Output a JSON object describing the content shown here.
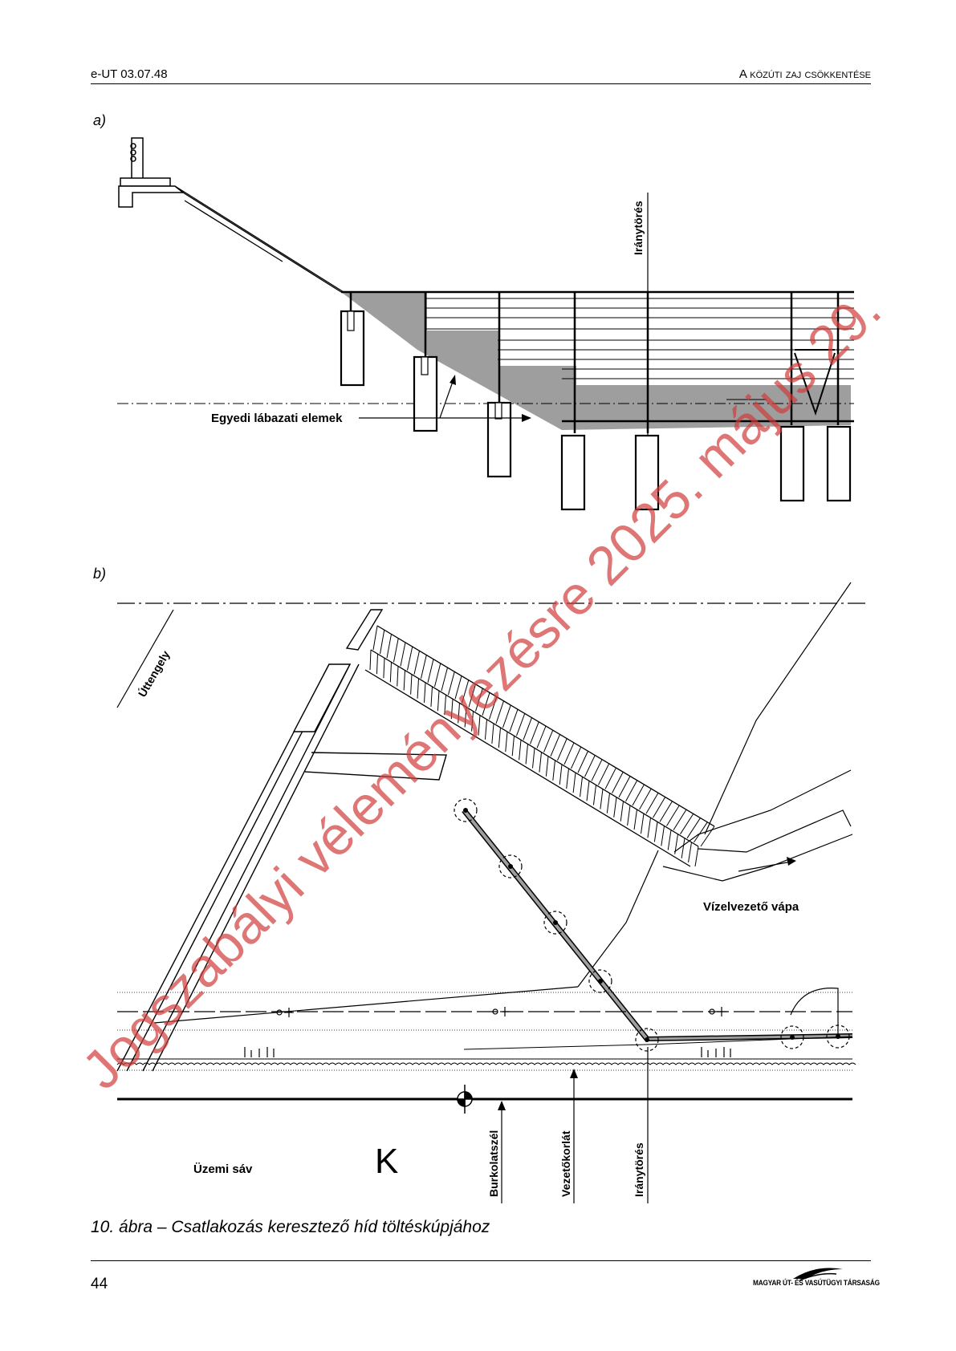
{
  "header": {
    "doc_id": "e-UT 03.07.48",
    "section_title": "A közúti zaj csökkentése"
  },
  "figure_a": {
    "panel_label": "a)",
    "label_direction_break": "Iránytörés",
    "label_footings": "Egyedi lábazati elemek"
  },
  "figure_b": {
    "panel_label": "b)",
    "label_road_axis": "Úttengely",
    "label_drain": "Vízelvezető vápa",
    "label_service_lane": "Üzemi sáv",
    "label_pavement_edge": "Burkolatszél",
    "label_guardrail": "Vezetőkorlát",
    "label_direction_break": "Iránytörés",
    "letter_mark": "K"
  },
  "caption": "10. ábra – Csatlakozás keresztező híd töltéskúpjához",
  "footer": {
    "page_number": "44",
    "publisher": "MAGYAR ÚT- ÉS VASÚTÜGYI TÁRSASÁG"
  },
  "watermark": "Jogszabályi véleményezésre 2025. május 29."
}
